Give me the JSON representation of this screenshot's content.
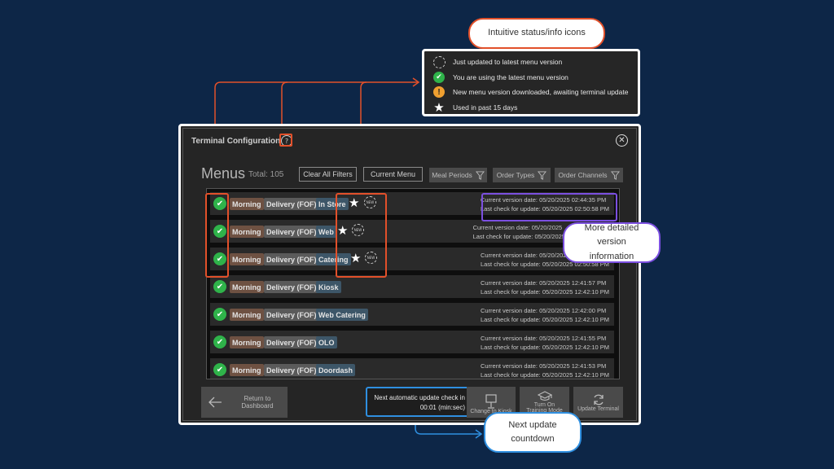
{
  "callouts": {
    "status_icons": "Intuitive status/info icons",
    "version_info": "More detailed version information",
    "countdown": "Next update countdown"
  },
  "legend": [
    {
      "icon": "new-badge-icon",
      "label": "Just updated to latest menu version"
    },
    {
      "icon": "green-check-icon",
      "label": "You are using the latest menu version"
    },
    {
      "icon": "orange-exclamation-icon",
      "label": "New menu version downloaded, awaiting terminal update"
    },
    {
      "icon": "star-icon",
      "label": "Used in past 15 days"
    }
  ],
  "window": {
    "title": "Terminal Configuration",
    "help_glyph": "?",
    "close_glyph": "✕"
  },
  "header": {
    "heading": "Menus",
    "total": "Total: 105",
    "clear_filters": "Clear All Filters",
    "current_menu": "Current Menu",
    "filters": [
      "Meal Periods",
      "Order Types",
      "Order Channels"
    ]
  },
  "rows": [
    {
      "status": "latest",
      "meal": "Morning",
      "type": "Delivery (FOF)",
      "channel": "In Store",
      "star": true,
      "new": true,
      "current_version": "Current version date: 05/20/2025 02:44:35 PM",
      "last_check": "Last check for update: 05/20/2025 02:50:58 PM"
    },
    {
      "status": "latest",
      "meal": "Morning",
      "type": "Delivery (FOF)",
      "channel": "Web",
      "star": true,
      "new": true,
      "current_version": "Current version date: 05/20/2025",
      "last_check": "Last check for update: 05/20/2025"
    },
    {
      "status": "latest",
      "meal": "Morning",
      "type": "Delivery (FOF)",
      "channel": "Catering",
      "star": true,
      "new": true,
      "current_version": "Current version date: 05/20/2025",
      "last_check": "Last check for update: 05/20/2025 02:50:58 PM"
    },
    {
      "status": "latest",
      "meal": "Morning",
      "type": "Delivery (FOF)",
      "channel": "Kiosk",
      "star": false,
      "new": false,
      "current_version": "Current version date: 05/20/2025 12:41:57 PM",
      "last_check": "Last check for update: 05/20/2025 12:42:10 PM"
    },
    {
      "status": "latest",
      "meal": "Morning",
      "type": "Delivery (FOF)",
      "channel": "Web Catering",
      "star": false,
      "new": false,
      "current_version": "Current version date: 05/20/2025 12:42:00 PM",
      "last_check": "Last check for update: 05/20/2025 12:42:10 PM"
    },
    {
      "status": "latest",
      "meal": "Morning",
      "type": "Delivery (FOF)",
      "channel": "OLO",
      "star": false,
      "new": false,
      "current_version": "Current version date: 05/20/2025 12:41:55 PM",
      "last_check": "Last check for update: 05/20/2025 12:42:10 PM"
    },
    {
      "status": "latest",
      "meal": "Morning",
      "type": "Delivery (FOF)",
      "channel": "Doordash",
      "star": false,
      "new": false,
      "current_version": "Current version date: 05/20/2025 12:41:53 PM",
      "last_check": "Last check for update: 05/20/2025 12:42:10 PM"
    }
  ],
  "footer": {
    "return": "Return to Dashboard",
    "countdown_line1": "Next automatic update check in",
    "countdown_line2": "00:01 (min:sec)",
    "change_kiosk": "Change to Kiosk",
    "training_line1": "Turn On",
    "training_line2": "Training Mode",
    "update_terminal": "Update Terminal"
  },
  "colors": {
    "background": "#0d2647",
    "accent_orange": "#e2502a",
    "accent_purple": "#7b4fe0",
    "accent_blue": "#2f8fe0",
    "status_green": "#2fb34a",
    "status_orange": "#f0a030"
  }
}
